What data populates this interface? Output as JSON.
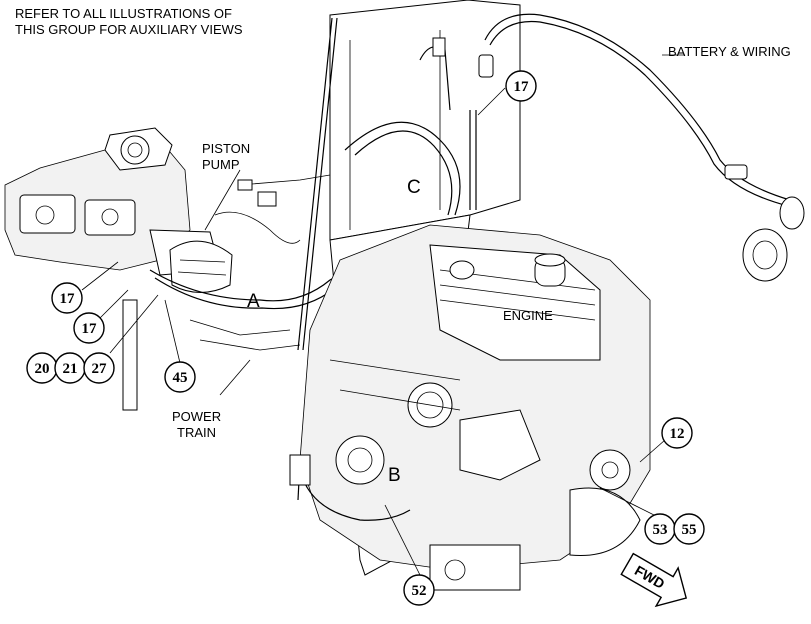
{
  "header": {
    "note_line1": "REFER TO ALL ILLUSTRATIONS OF",
    "note_line2": "THIS GROUP FOR AUXILIARY VIEWS"
  },
  "labels": {
    "battery_wiring": "BATTERY & WIRING",
    "piston_pump_line1": "PISTON",
    "piston_pump_line2": "PUMP",
    "engine": "ENGINE",
    "power_train_line1": "POWER",
    "power_train_line2": "TRAIN",
    "view_a": "A",
    "view_b": "B",
    "view_c": "C",
    "fwd": "FWD"
  },
  "callouts": {
    "c17_top": "17",
    "c17_left_upper": "17",
    "c17_left_lower": "17",
    "c20": "20",
    "c21": "21",
    "c27": "27",
    "c45": "45",
    "c12": "12",
    "c53": "53",
    "c55": "55",
    "c52": "52"
  }
}
